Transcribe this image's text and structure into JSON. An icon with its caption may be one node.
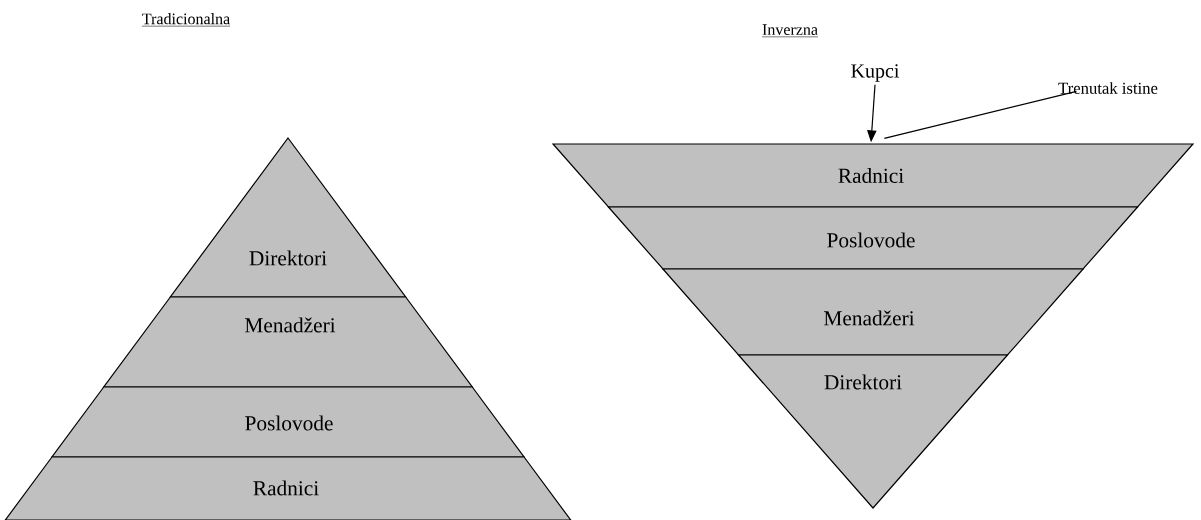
{
  "diagram": {
    "nodes": [
      {
        "text": [
          "Direktori"
        ]
      },
      {
        "text": [
          "Menadžeri"
        ]
      },
      {
        "text": [
          "Poslovode"
        ]
      },
      {
        "text": [
          "Radnici"
        ]
      },
      {
        "text": [
          "Radnici"
        ]
      },
      {
        "text": [
          "Poslovode"
        ]
      },
      {
        "text": [
          "Menadžeri"
        ]
      },
      {
        "text": [
          "Direktori"
        ]
      },
      {
        "text": [
          "Kupci"
        ]
      },
      {
        "text": [
          "Trenutak istine"
        ]
      }
    ],
    "edges": [
      {
        "from": 8,
        "to": 4,
        "arrow": "to"
      },
      {
        "from": 9,
        "to": 4,
        "arrow": "none"
      }
    ],
    "labels": [
      "Tradicionalna",
      "Inverzna"
    ]
  }
}
